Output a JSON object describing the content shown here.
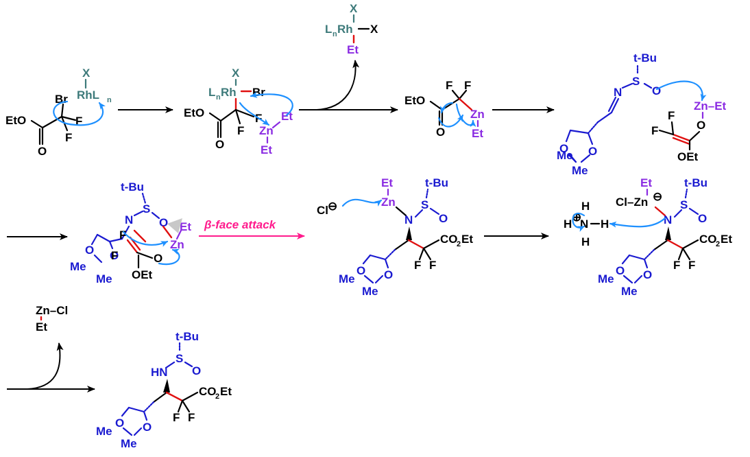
{
  "colors": {
    "black": "#000000",
    "blue": "#1a1ad0",
    "purple": "#8a2be2",
    "teal": "#3d7a7a",
    "red": "#e01010",
    "arrow_blue": "#1e90ff",
    "pink": "#ff1a8c"
  },
  "scheme_label": "β-face attack",
  "atoms": {
    "X": "X",
    "Br": "Br",
    "RhLn": "RhL",
    "Ln": "L",
    "Rh": "Rh",
    "n": "n",
    "EtO": "EtO",
    "F": "F",
    "O": "O",
    "Zn": "Zn",
    "Et": "Et",
    "tBu": "t-Bu",
    "N": "N",
    "S": "S",
    "Me": "Me",
    "OEt": "OEt",
    "ZnEt": "Zn–Et",
    "CO2Et": "CO",
    "two": "2",
    "EtSuffix": "Et",
    "Cl": "Cl",
    "minus": "⊖",
    "H": "H",
    "plus": "⊕",
    "HN": "HN",
    "ZnCl": "Zn–Cl",
    "ClZn": "Cl–Zn"
  }
}
